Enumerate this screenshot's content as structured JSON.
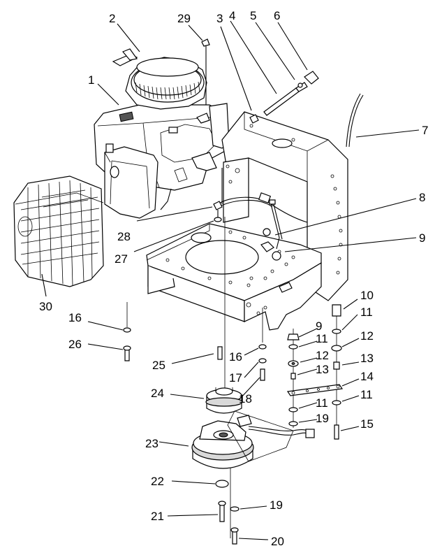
{
  "callouts": [
    {
      "label": "1"
    },
    {
      "label": "2"
    },
    {
      "label": "29"
    },
    {
      "label": "3"
    },
    {
      "label": "4"
    },
    {
      "label": "5"
    },
    {
      "label": "6"
    },
    {
      "label": "7"
    },
    {
      "label": "8"
    },
    {
      "label": "9"
    },
    {
      "label": "28"
    },
    {
      "label": "27"
    },
    {
      "label": "30"
    },
    {
      "label": "16"
    },
    {
      "label": "26"
    },
    {
      "label": "10"
    },
    {
      "label": "11"
    },
    {
      "label": "9"
    },
    {
      "label": "11"
    },
    {
      "label": "12"
    },
    {
      "label": "12"
    },
    {
      "label": "13"
    },
    {
      "label": "13"
    },
    {
      "label": "14"
    },
    {
      "label": "11"
    },
    {
      "label": "11"
    },
    {
      "label": "19"
    },
    {
      "label": "15"
    },
    {
      "label": "16"
    },
    {
      "label": "17"
    },
    {
      "label": "25"
    },
    {
      "label": "24"
    },
    {
      "label": "18"
    },
    {
      "label": "23"
    },
    {
      "label": "22"
    },
    {
      "label": "19"
    },
    {
      "label": "21"
    },
    {
      "label": "20"
    }
  ]
}
